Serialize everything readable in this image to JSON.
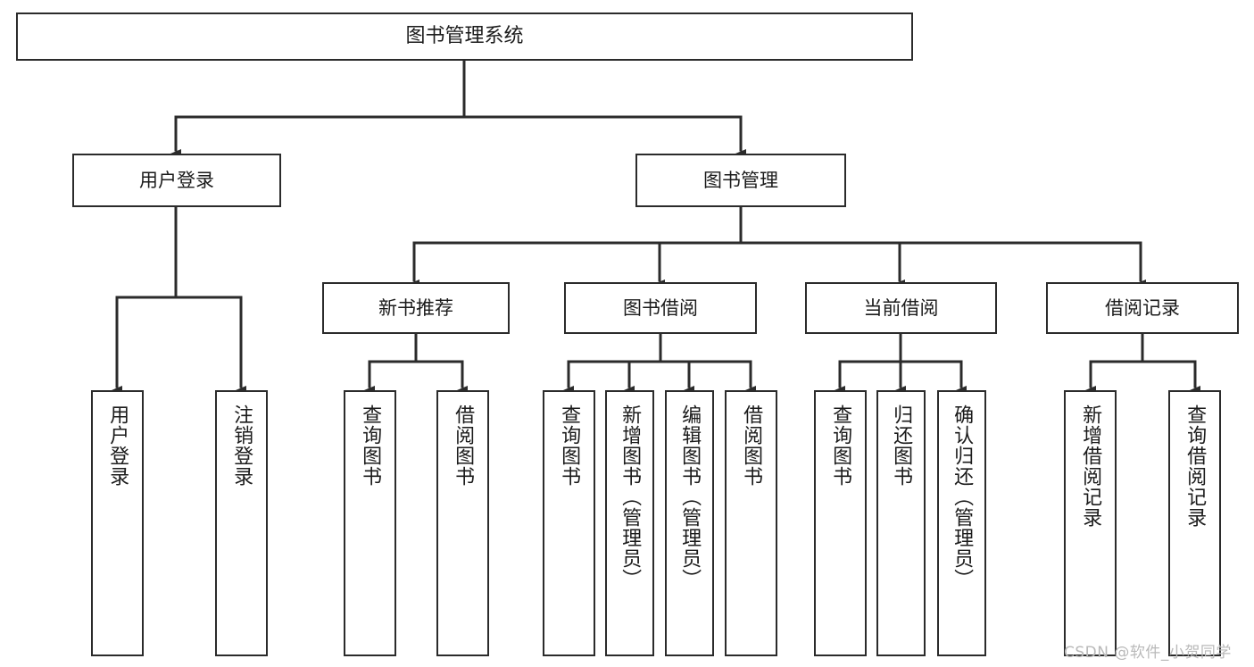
{
  "diagram": {
    "type": "tree-hierarchy",
    "title": "图书管理系统",
    "nodes": {
      "root": {
        "label": "图书管理系统",
        "level": 1,
        "orientation": "horizontal"
      },
      "user_login": {
        "label": "用户登录",
        "level": 2,
        "orientation": "horizontal"
      },
      "book_manage": {
        "label": "图书管理",
        "level": 2,
        "orientation": "horizontal"
      },
      "new_book_rec": {
        "label": "新书推荐",
        "level": 3,
        "orientation": "horizontal"
      },
      "book_borrow": {
        "label": "图书借阅",
        "level": 3,
        "orientation": "horizontal"
      },
      "current_borrow": {
        "label": "当前借阅",
        "level": 3,
        "orientation": "horizontal"
      },
      "borrow_record": {
        "label": "借阅记录",
        "level": 3,
        "orientation": "horizontal"
      },
      "leaf_user_login": {
        "label": "用户登录",
        "level": 3,
        "orientation": "vertical"
      },
      "leaf_logout": {
        "label": "注销登录",
        "level": 3,
        "orientation": "vertical"
      },
      "leaf_query_book_1": {
        "label": "查询图书",
        "level": 4,
        "orientation": "vertical"
      },
      "leaf_borrow_book_1": {
        "label": "借阅图书",
        "level": 4,
        "orientation": "vertical"
      },
      "leaf_query_book_2": {
        "label": "查询图书",
        "level": 4,
        "orientation": "vertical"
      },
      "leaf_add_book": {
        "label": "新增图书（管理员）",
        "level": 4,
        "orientation": "vertical"
      },
      "leaf_edit_book": {
        "label": "编辑图书（管理员）",
        "level": 4,
        "orientation": "vertical"
      },
      "leaf_borrow_book_2": {
        "label": "借阅图书",
        "level": 4,
        "orientation": "vertical"
      },
      "leaf_query_book_3": {
        "label": "查询图书",
        "level": 4,
        "orientation": "vertical"
      },
      "leaf_return_book": {
        "label": "归还图书",
        "level": 4,
        "orientation": "vertical"
      },
      "leaf_confirm_return": {
        "label": "确认归还（管理员）",
        "level": 4,
        "orientation": "vertical"
      },
      "leaf_add_record": {
        "label": "新增借阅记录",
        "level": 4,
        "orientation": "vertical"
      },
      "leaf_query_record": {
        "label": "查询借阅记录",
        "level": 4,
        "orientation": "vertical"
      }
    },
    "edges": [
      {
        "from": "root",
        "to": "user_login"
      },
      {
        "from": "root",
        "to": "book_manage"
      },
      {
        "from": "user_login",
        "to": "leaf_user_login"
      },
      {
        "from": "user_login",
        "to": "leaf_logout"
      },
      {
        "from": "book_manage",
        "to": "new_book_rec"
      },
      {
        "from": "book_manage",
        "to": "book_borrow"
      },
      {
        "from": "book_manage",
        "to": "current_borrow"
      },
      {
        "from": "book_manage",
        "to": "borrow_record"
      },
      {
        "from": "new_book_rec",
        "to": "leaf_query_book_1"
      },
      {
        "from": "new_book_rec",
        "to": "leaf_borrow_book_1"
      },
      {
        "from": "book_borrow",
        "to": "leaf_query_book_2"
      },
      {
        "from": "book_borrow",
        "to": "leaf_add_book"
      },
      {
        "from": "book_borrow",
        "to": "leaf_edit_book"
      },
      {
        "from": "book_borrow",
        "to": "leaf_borrow_book_2"
      },
      {
        "from": "current_borrow",
        "to": "leaf_query_book_3"
      },
      {
        "from": "current_borrow",
        "to": "leaf_return_book"
      },
      {
        "from": "current_borrow",
        "to": "leaf_confirm_return"
      },
      {
        "from": "borrow_record",
        "to": "leaf_add_record"
      },
      {
        "from": "borrow_record",
        "to": "leaf_query_record"
      }
    ],
    "colors": {
      "stroke": "#2b2b2b",
      "fill": "#ffffff",
      "text": "#1b1b1b",
      "watermark": "#b9b9b9"
    }
  },
  "watermark": {
    "text": "CSDN @软件_小贺同学"
  }
}
